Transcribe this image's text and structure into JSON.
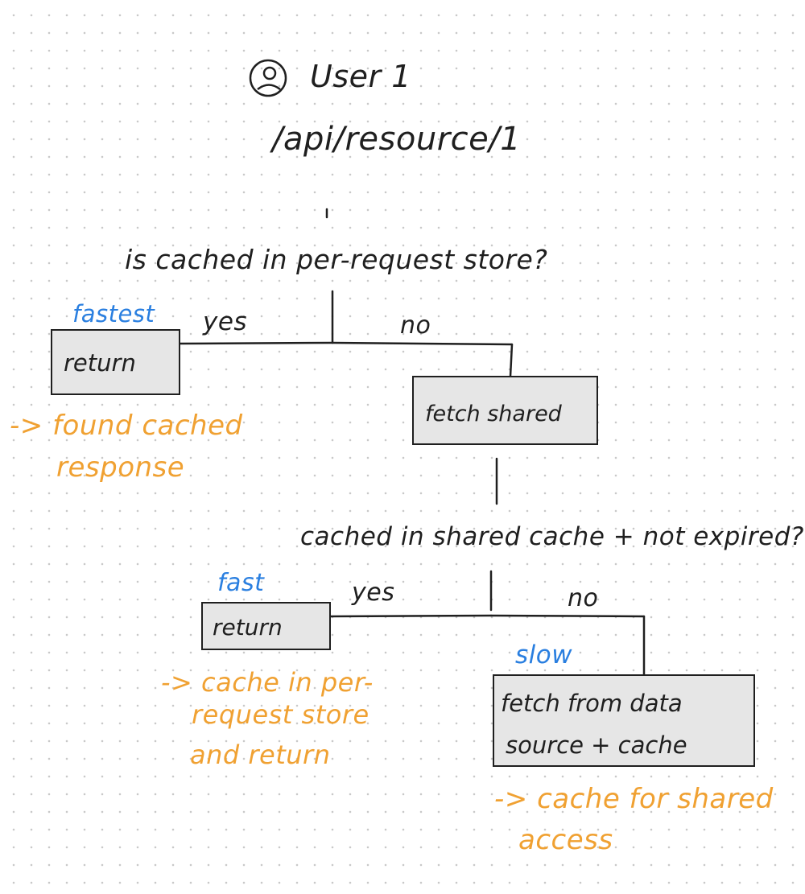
{
  "user": {
    "label": "User 1",
    "icon": "user-icon"
  },
  "request_path": "/api/resource/1",
  "decision1": {
    "question": "is cached in per-request store?",
    "yes_label": "yes",
    "no_label": "no",
    "yes_box": {
      "speed": "fastest",
      "label": "return",
      "note_lines": [
        "-> found cached",
        "response"
      ]
    },
    "no_box": {
      "label": "fetch shared"
    }
  },
  "decision2": {
    "question": "cached in shared cache + not expired?",
    "yes_label": "yes",
    "no_label": "no",
    "yes_box": {
      "speed": "fast",
      "label": "return",
      "note_lines": [
        "-> cache in per-",
        "request store",
        "and return"
      ]
    },
    "no_box": {
      "speed": "slow",
      "label_lines": [
        "fetch from data",
        "source + cache"
      ],
      "note_lines": [
        "-> cache for shared",
        "access"
      ]
    }
  },
  "colors": {
    "ink": "#1f1f1f",
    "highlight": "#2a7fe0",
    "note": "#f0a132",
    "box_fill": "#e6e6e6"
  }
}
